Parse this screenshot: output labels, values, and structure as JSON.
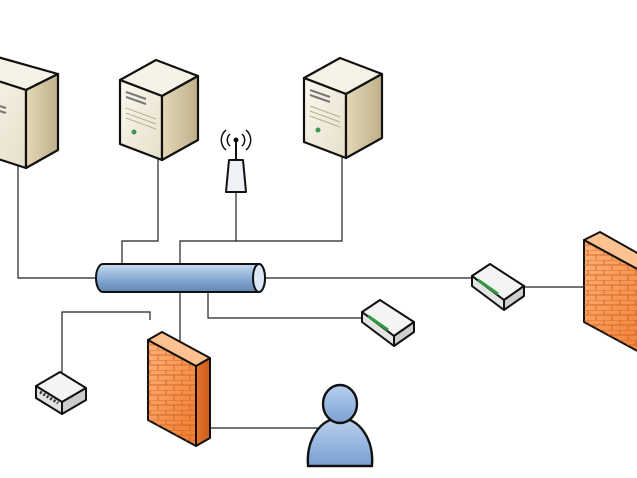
{
  "diagram": {
    "type": "network-topology",
    "nodes": [
      {
        "id": "server-left",
        "icon": "tower-server-icon"
      },
      {
        "id": "server-center",
        "icon": "tower-server-icon"
      },
      {
        "id": "server-right",
        "icon": "tower-server-icon"
      },
      {
        "id": "wireless-access-point",
        "icon": "antenna-icon"
      },
      {
        "id": "network-bus",
        "icon": "bus-cable-icon"
      },
      {
        "id": "modem-right",
        "icon": "modem-icon"
      },
      {
        "id": "modem-middle",
        "icon": "modem-icon"
      },
      {
        "id": "switch-left",
        "icon": "switch-icon"
      },
      {
        "id": "firewall-center",
        "icon": "firewall-icon"
      },
      {
        "id": "firewall-right",
        "icon": "firewall-icon"
      },
      {
        "id": "user",
        "icon": "user-icon"
      }
    ],
    "colors": {
      "server_front": "#f3efe2",
      "server_side": "#d9cfb2",
      "bus": "#8fb2d8",
      "firewall": "#f08a3c",
      "user": "#8cb0dc",
      "line": "#222222"
    }
  }
}
